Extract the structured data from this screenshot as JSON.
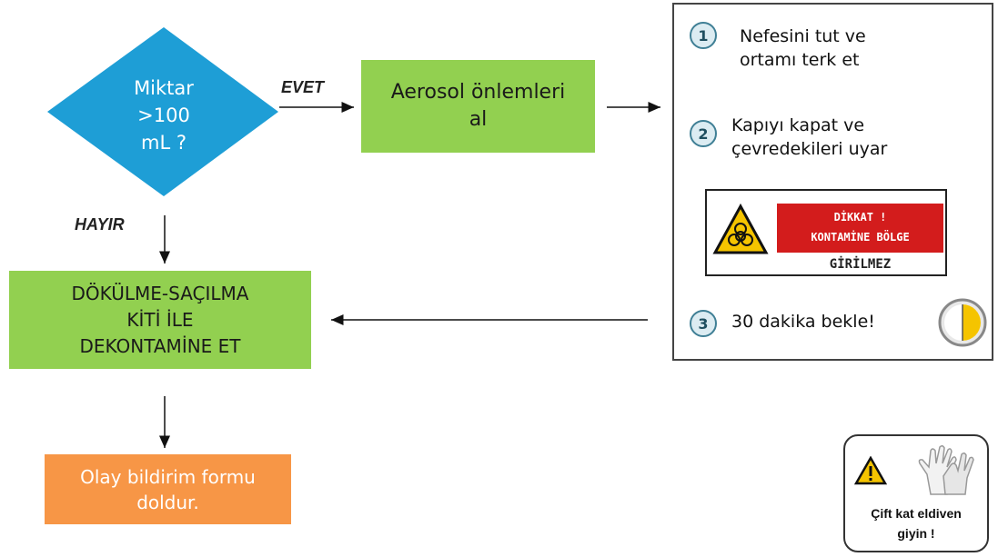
{
  "decision": {
    "lines": [
      "Miktar",
      ">100",
      "mL ?"
    ]
  },
  "edges": {
    "yes_label": "EVET",
    "no_label": "HAYIR"
  },
  "aerosol_box": {
    "lines": [
      "Aerosol önlemleri",
      "al"
    ]
  },
  "decon_box": {
    "lines": [
      "DÖKÜLME-SAÇILMA",
      "KİTİ İLE",
      "DEKONTAMİNE ET"
    ]
  },
  "report_box": {
    "lines": [
      "Olay bildirim  formu",
      "doldur."
    ]
  },
  "steps_panel": {
    "steps": [
      {
        "number": "1",
        "lines": [
          "Nefesini tut  ve",
          "ortamı terk et"
        ]
      },
      {
        "number": "2",
        "lines": [
          "Kapıyı kapat ve",
          "çevredekileri uyar"
        ]
      },
      {
        "number": "3",
        "lines": [
          "30 dakika bekle!"
        ]
      }
    ],
    "warning_sign": {
      "icon": "biohazard-icon",
      "red_lines": [
        "DİKKAT !",
        "KONTAMİNE BÖLGE"
      ],
      "bottom_text": "GİRİLMEZ"
    },
    "timer_icon": "clock-icon"
  },
  "glove_note": {
    "icons": [
      "warning-triangle-icon",
      "gloves-icon"
    ],
    "lines": [
      "Çift kat eldiven",
      "giyin !"
    ]
  },
  "colors": {
    "diamond": "#1e9ed6",
    "green_box": "#92d050",
    "orange_box": "#f79646",
    "warning_red": "#d31c1c",
    "hazard_yellow": "#f5c400"
  }
}
